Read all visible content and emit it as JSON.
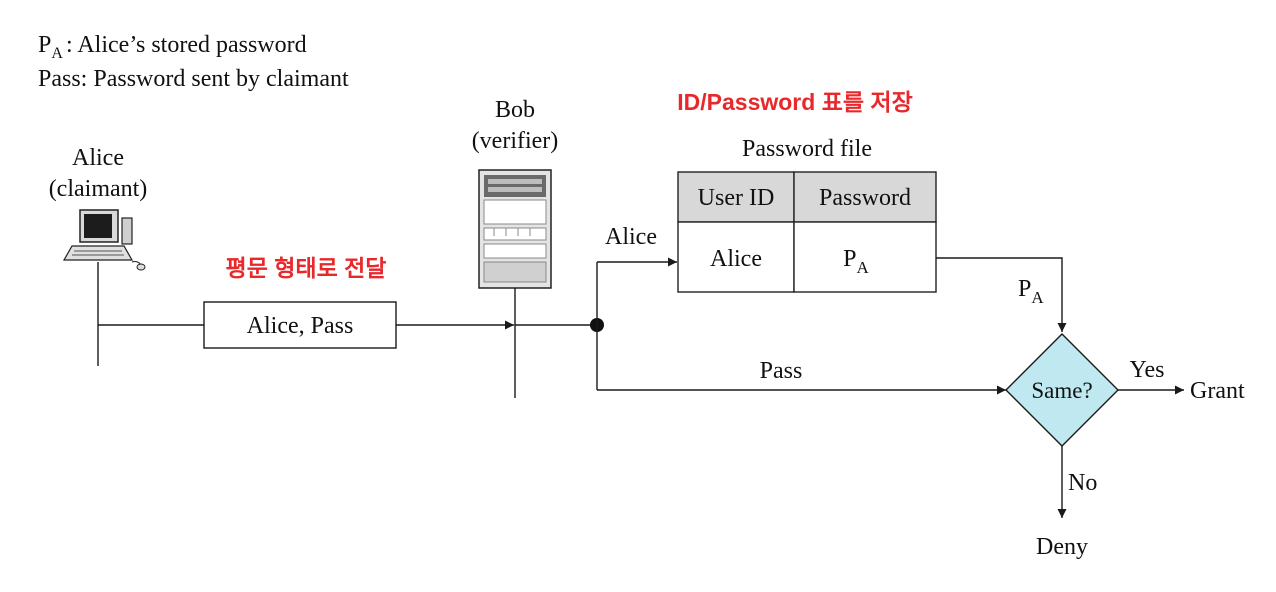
{
  "legend": {
    "pa_main": "P",
    "pa_sub": "A",
    "pa_desc": ": Alice’s stored password",
    "pass_desc": "Pass: Password sent by claimant"
  },
  "alice": {
    "name": "Alice",
    "role": "(claimant)"
  },
  "bob": {
    "name": "Bob",
    "role": "(verifier)"
  },
  "notes": {
    "plaintext_note": "평문 형태로 전달",
    "store_note": "ID/Password 표를 저장"
  },
  "message": {
    "text": "Alice, Pass"
  },
  "password_file": {
    "title": "Password file",
    "headers": [
      "User ID",
      "Password"
    ],
    "row": {
      "user_id": "Alice",
      "password_main": "P",
      "password_sub": "A"
    }
  },
  "flow": {
    "alice_label": "Alice",
    "pass_label": "Pass",
    "pa_main": "P",
    "pa_sub": "A",
    "decision": "Same?",
    "yes_label": "Yes",
    "grant_label": "Grant",
    "no_label": "No",
    "deny_label": "Deny"
  },
  "colors": {
    "note_red": "#e8282b",
    "diamond_fill": "#bfe8f0",
    "header_fill": "#d8d8d8"
  }
}
